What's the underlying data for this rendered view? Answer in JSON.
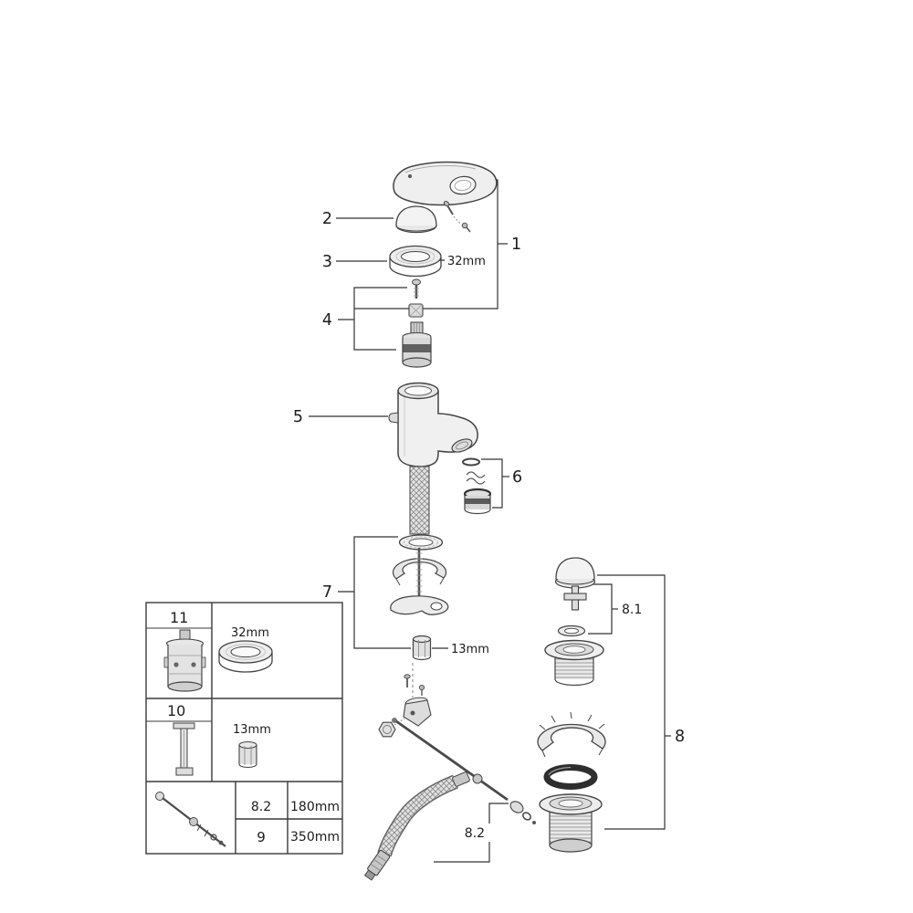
{
  "callouts": {
    "c1": "1",
    "c2": "2",
    "c3": "3",
    "c4": "4",
    "c5": "5",
    "c6": "6",
    "c7": "7",
    "c8": "8",
    "c8_1": "8.1",
    "c8_2": "8.2",
    "dim_32mm": "32mm",
    "dim_13mm": "13mm"
  },
  "legend": {
    "rows": [
      {
        "num": "11",
        "dim": "32mm"
      },
      {
        "num": "10",
        "dim": "13mm"
      }
    ],
    "variants": [
      {
        "num": "8.2",
        "length": "180mm"
      },
      {
        "num": "9",
        "length": "350mm"
      }
    ]
  }
}
